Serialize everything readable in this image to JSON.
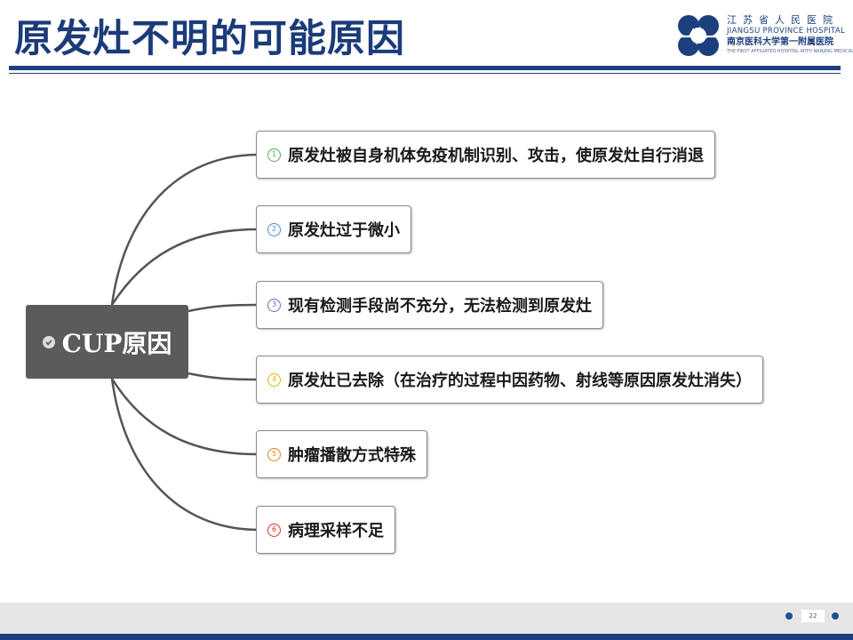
{
  "slide": {
    "title": "原发灶不明的可能原因",
    "page_number": "22"
  },
  "logo": {
    "cn_top": "江苏省人民医院",
    "en": "JIANGSU PROVINCE HOSPITAL",
    "cn_bottom": "南京医科大学第一附属医院",
    "en_small": "THE FIRST AFFILIATED HOSPITAL WITH NANJING MEDICAL UNIVERSITY"
  },
  "mindmap": {
    "root": {
      "label": "CUP原因",
      "icon": "check-icon"
    },
    "branches": [
      {
        "marker": "1",
        "color": "#4caf50",
        "label": "原发灶被自身机体免疫机制识别、攻击，使原发灶自行消退"
      },
      {
        "marker": "2",
        "color": "#3b8fd9",
        "label": "原发灶过于微小"
      },
      {
        "marker": "3",
        "color": "#8e5bb5",
        "label": "现有检测手段尚不充分，无法检测到原发灶"
      },
      {
        "marker": "4",
        "color": "#e0b400",
        "label": "原发灶已去除（在治疗的过程中因药物、射线等原因原发灶消失）"
      },
      {
        "marker": "5",
        "color": "#e67e22",
        "label": "肿瘤播散方式特殊"
      },
      {
        "marker": "6",
        "color": "#d9342b",
        "label": "病理采样不足"
      }
    ]
  },
  "colors": {
    "brand_blue": "#1d3f7e",
    "root_bg": "#5b5b5b",
    "connector": "#555555"
  }
}
